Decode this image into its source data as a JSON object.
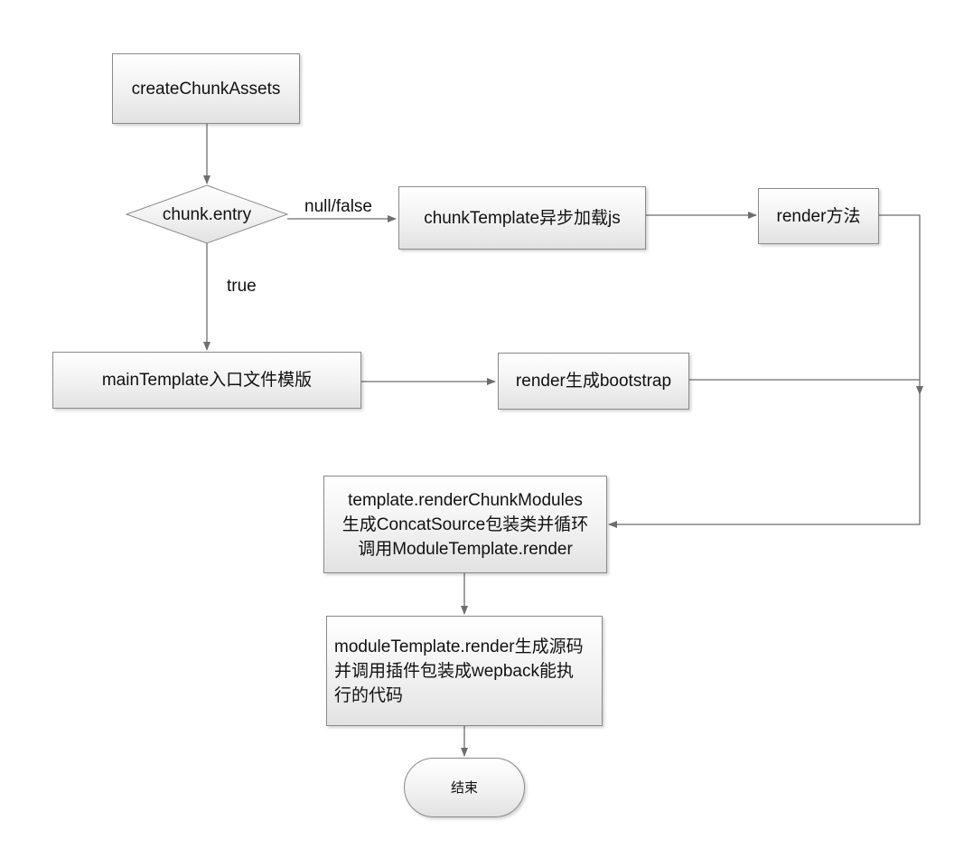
{
  "diagram": {
    "nodes": {
      "create_chunk_assets": "createChunkAssets",
      "chunk_entry": "chunk.entry",
      "chunk_template": "chunkTemplate异步加载js",
      "render_method": "render方法",
      "main_template": "mainTemplate入口文件模版",
      "render_bootstrap": "render生成bootstrap",
      "render_chunk_modules": [
        "template.renderChunkModules",
        "生成ConcatSource包装类并循环",
        "调用ModuleTemplate.render"
      ],
      "module_template_render": [
        "moduleTemplate.render生成源码",
        "并调用插件包装成wepback能执",
        "行的代码"
      ],
      "end": "结束"
    },
    "edge_labels": {
      "null_false": "null/false",
      "true": "true"
    }
  },
  "colors": {
    "line": "#6d6d6d",
    "node_border": "#8a8a8a",
    "node_fill_top": "#ffffff",
    "node_fill_bottom": "#e2e2e2"
  }
}
